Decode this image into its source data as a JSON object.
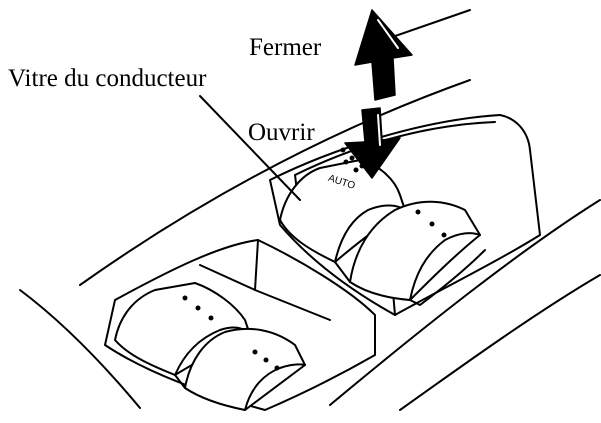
{
  "labels": {
    "close": "Fermer",
    "driver_window": "Vitre du conducteur",
    "open": "Ouvrir"
  },
  "switch_mark": "AUTO",
  "colors": {
    "line": "#000000",
    "fill": "#ffffff",
    "arrow": "#000000"
  }
}
